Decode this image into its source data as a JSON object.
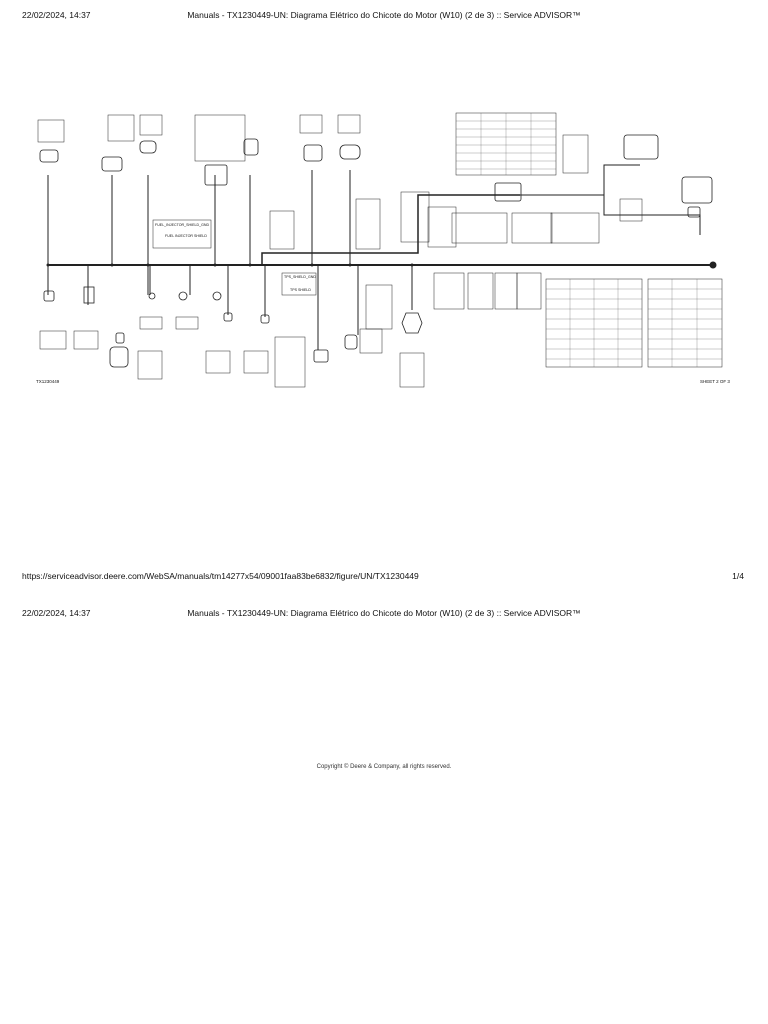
{
  "page1": {
    "header": {
      "datetime": "22/02/2024, 14:37",
      "title": "Manuals - TX1230449-UN: Diagrama Elétrico do Chicote do Motor (W10) (2 de 3) :: Service ADVISOR™"
    },
    "footer": {
      "url": "https://serviceadvisor.deere.com/WebSA/manuals/tm14277x54/09001faa83be6832/figure/UN/TX1230449",
      "page": "1/4"
    },
    "diagram": {
      "figure_id": "TX1230449",
      "sheet": "SHEET 2 OF 3",
      "labels": {
        "fuel_inj_shield_gnd": "FUEL_INJECTOR_SHIELD_GND",
        "fuel_inj_shield": "FUEL INJECTOR SHIELD",
        "tps_shield_gnd": "TPS_SHIELD_GND",
        "tps_shield": "TPS SHIELD"
      }
    }
  },
  "page2": {
    "header": {
      "datetime": "22/02/2024, 14:37",
      "title": "Manuals - TX1230449-UN: Diagrama Elétrico do Chicote do Motor (W10) (2 de 3) :: Service ADVISOR™"
    },
    "copyright": "Copyright © Deere & Company, all rights reserved."
  }
}
